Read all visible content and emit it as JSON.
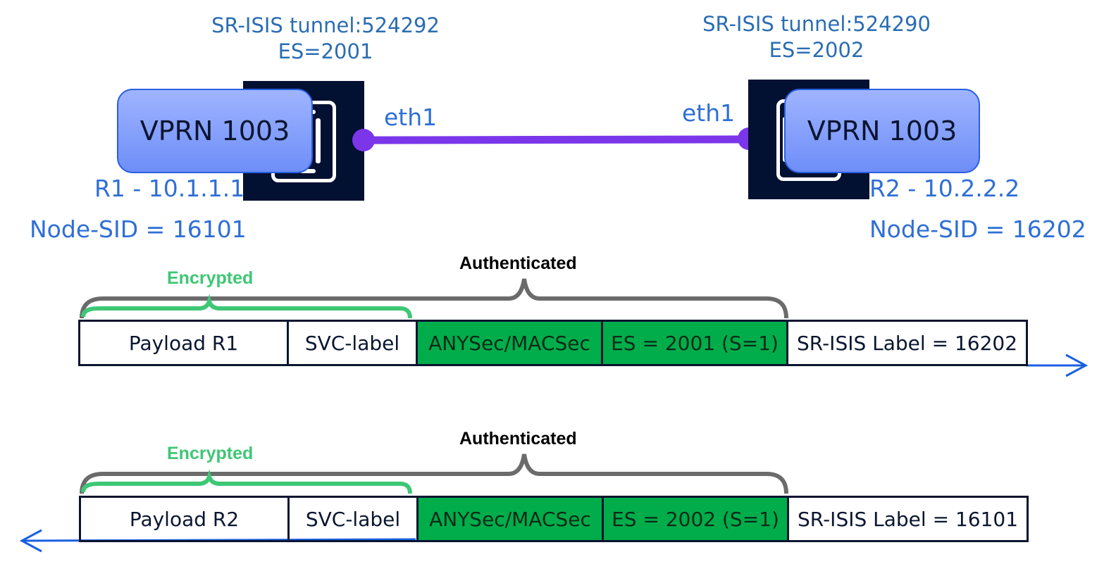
{
  "colors": {
    "node_text": "#2f6fd6",
    "tunnel_text": "#2a6db3",
    "link": "#7b36ea",
    "router_bg": "#021032",
    "secured_cell": "#00ad4a",
    "encrypted_bracket": "#3ec775",
    "authenticated_bracket": "#6b6b6b",
    "direction_arrow": "#1a5fe0"
  },
  "routers": [
    {
      "id": "R1",
      "tunnel": "SR-ISIS tunnel:524292",
      "es": "ES=2001",
      "service": "VPRN 1003",
      "interface": "eth1",
      "address": "R1 - 10.1.1.1",
      "node_sid": "Node-SID = 16101",
      "icon": "router-icon"
    },
    {
      "id": "R2",
      "tunnel": "SR-ISIS tunnel:524290",
      "es": "ES=2002",
      "service": "VPRN 1003",
      "interface": "eth1",
      "address": "R2 - 10.2.2.2",
      "node_sid": "Node-SID = 16202",
      "icon": "router-icon"
    }
  ],
  "frames": [
    {
      "direction": "right",
      "authenticated_label": "Authenticated",
      "encrypted_label": "Encrypted",
      "cells": [
        {
          "label": "Payload R1",
          "secured": false
        },
        {
          "label": "SVC-label",
          "secured": false
        },
        {
          "label": "ANYSec/MACSec",
          "secured": true
        },
        {
          "label": "ES = 2001 (S=1)",
          "secured": true
        },
        {
          "label": "SR-ISIS Label = 16202",
          "secured": false
        }
      ]
    },
    {
      "direction": "left",
      "authenticated_label": "Authenticated",
      "encrypted_label": "Encrypted",
      "cells": [
        {
          "label": "Payload R2",
          "secured": false
        },
        {
          "label": "SVC-label",
          "secured": false
        },
        {
          "label": "ANYSec/MACSec",
          "secured": true
        },
        {
          "label": "ES = 2002 (S=1)",
          "secured": true
        },
        {
          "label": "SR-ISIS Label = 16101",
          "secured": false
        }
      ]
    }
  ]
}
